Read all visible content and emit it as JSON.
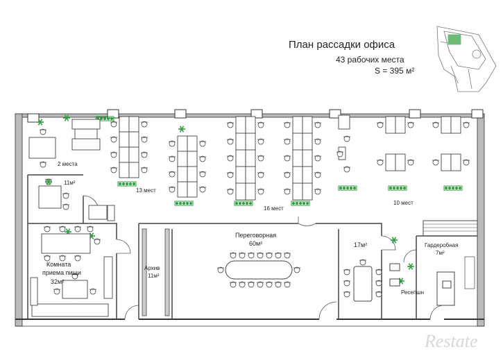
{
  "header": {
    "title": "План рассадки офиса",
    "seats": "43 рабочих места",
    "area": "S = 395 м²"
  },
  "rooms": {
    "r2seats": "2 места",
    "r11": "11м²",
    "kitchen_l1": "Комната",
    "kitchen_l2": "приема пищи",
    "kitchen_area": "32м²",
    "archive_l1": "Архив",
    "archive_area": "11м²",
    "meeting_l1": "Переговорная",
    "meeting_area": "60м²",
    "r17": "17м²",
    "wardrobe_l1": "Гардеробная",
    "wardrobe_area": "7м²",
    "reception": "Ресепшн",
    "z13": "13 мест",
    "z16": "16 мест",
    "z10": "10 мест"
  },
  "watermark": "Restate",
  "colors": {
    "wall": "#333333",
    "plant": "#2e9e3e",
    "line": "#444444"
  }
}
